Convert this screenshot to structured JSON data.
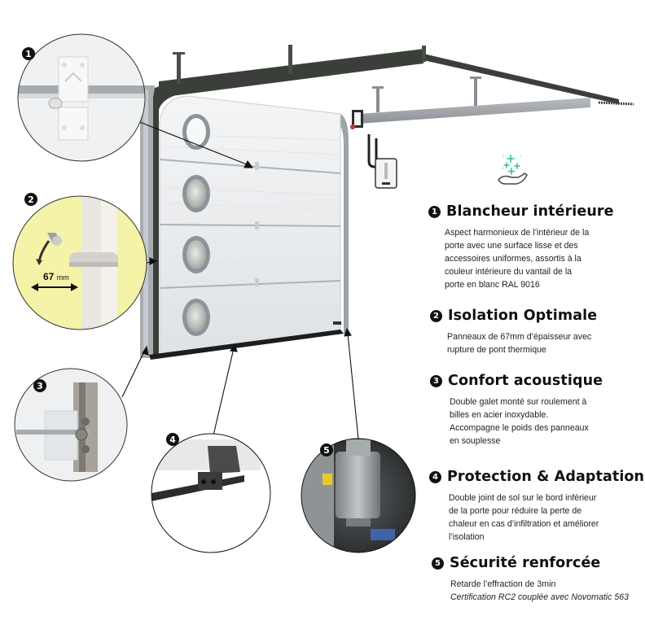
{
  "colors": {
    "accent_teal": "#2dbfa0",
    "badge": "#111111",
    "track_dark": "#3b3f3a",
    "panel": "#eceef0",
    "insulation_yellow": "#f4f3a8"
  },
  "callouts": [
    {
      "number": "1",
      "subject": "hinge-detail",
      "icon": "hinge-icon"
    },
    {
      "number": "2",
      "subject": "panel-thickness-detail",
      "dimension_value": "67",
      "dimension_unit": "mm"
    },
    {
      "number": "3",
      "subject": "roller-detail",
      "icon": "roller-icon"
    },
    {
      "number": "4",
      "subject": "bottom-seal-detail",
      "icon": "seal-icon"
    },
    {
      "number": "5",
      "subject": "lock-detail",
      "icon": "lock-cylinder-icon"
    }
  ],
  "header_icon": "hand-sparkle-icon",
  "features": [
    {
      "number": "1",
      "title": "Blancheur intérieure",
      "body": [
        "Aspect harmonieux de l’intérieur de la",
        "porte avec une surface lisse et des",
        "accessoires uniformes, assortis à la",
        "couleur intérieure du vantail de la",
        "porte en blanc RAL 9016"
      ]
    },
    {
      "number": "2",
      "title": "Isolation Optimale",
      "body": [
        "Panneaux de 67mm d’épaisseur avec",
        "rupture de pont thermique"
      ]
    },
    {
      "number": "3",
      "title": "Confort acoustique",
      "body": [
        "Double galet monté sur roulement à",
        "billes en acier inoxydable.",
        "Accompagne le poids des panneaux",
        "en souplesse"
      ]
    },
    {
      "number": "4",
      "title": "Protection & Adaptation",
      "body": [
        "Double joint de sol sur le bord inférieur",
        "de la porte pour réduire la perte de",
        "chaleur en cas d’infiltration et améliorer",
        "l’isolation"
      ]
    },
    {
      "number": "5",
      "title": "Sécurité renforcée",
      "body": [
        "Retarde l’effraction de 3min"
      ],
      "note": "Certification RC2 couplée avec Novomatic 563"
    }
  ]
}
